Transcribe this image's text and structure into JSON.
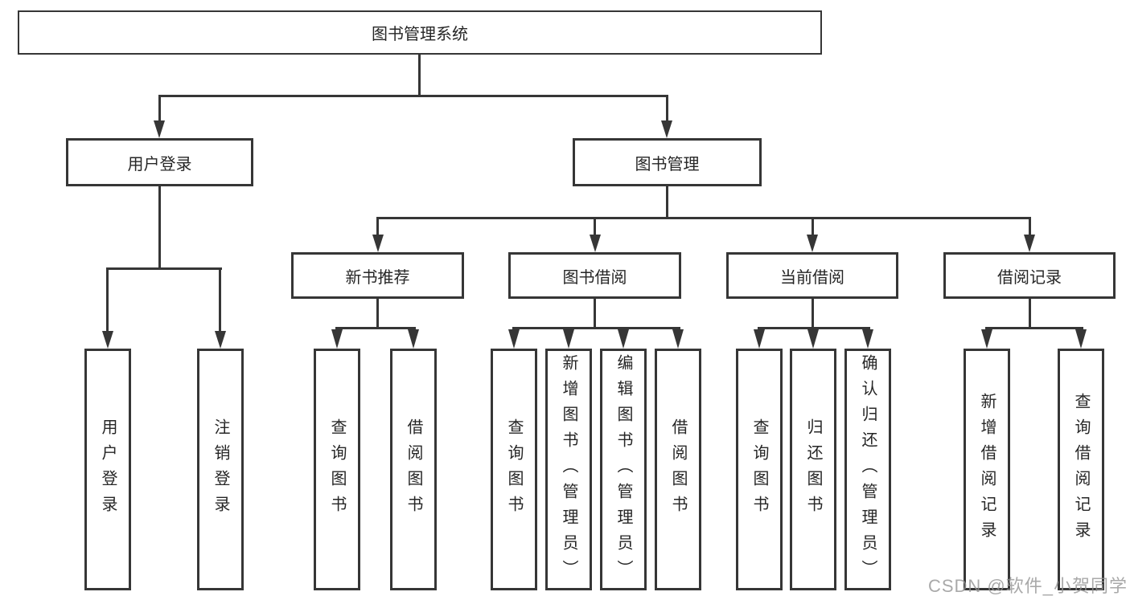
{
  "diagram": {
    "title": "图书管理系统",
    "children": [
      {
        "label": "用户登录",
        "children": [
          {
            "label": "用户登录"
          },
          {
            "label": "注销登录"
          }
        ]
      },
      {
        "label": "图书管理",
        "children": [
          {
            "label": "新书推荐",
            "children": [
              {
                "label": "查询图书"
              },
              {
                "label": "借阅图书"
              }
            ]
          },
          {
            "label": "图书借阅",
            "children": [
              {
                "label": "查询图书"
              },
              {
                "label": "新增图书（管理员）"
              },
              {
                "label": "编辑图书（管理员）"
              },
              {
                "label": "借阅图书"
              }
            ]
          },
          {
            "label": "当前借阅",
            "children": [
              {
                "label": "查询图书"
              },
              {
                "label": "归还图书"
              },
              {
                "label": "确认归还（管理员）"
              }
            ]
          },
          {
            "label": "借阅记录",
            "children": [
              {
                "label": "新增借阅记录"
              },
              {
                "label": "查询借阅记录"
              }
            ]
          }
        ]
      }
    ]
  },
  "watermark": {
    "text": "CSDN @软件_小贺同学"
  },
  "colors": {
    "line": "#363636",
    "box_border": "#363636",
    "text": "#262626",
    "watermark": "#949494",
    "background": "#ffffff"
  }
}
